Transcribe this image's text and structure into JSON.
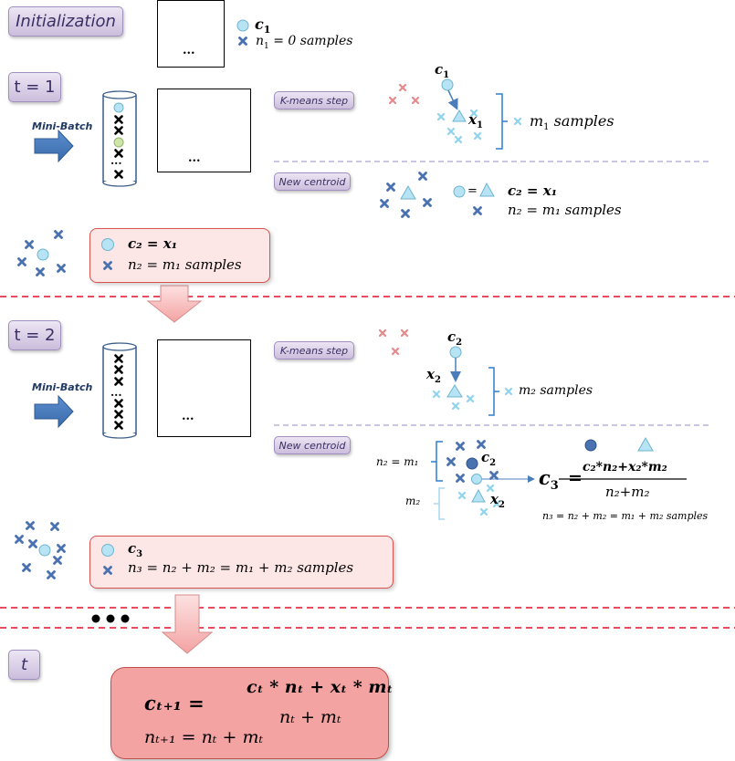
{
  "labels": {
    "initialization": "Initialization",
    "t1": "t = 1",
    "t2": "t = 2",
    "t": "t",
    "kmeans_step": "K-means step",
    "new_centroid": "New centroid",
    "mini_batch": "Mini-Batch",
    "ellipsis": "..."
  },
  "init_legend": {
    "c_sym": "c",
    "c_sub": "1",
    "n_text": "n",
    "n_sub": "1",
    "n_rest": " = 0 samples"
  },
  "t1": {
    "c1_sym": "c",
    "c1_sub": "1",
    "x1_sym": "x",
    "x1_sub": "1",
    "m1_text": "m",
    "m1_sub": "1",
    "m1_rest": " samples",
    "nc_line1": "c₂ = x₁",
    "nc_line2": "n₂ = m₁ samples",
    "box_line1": "c₂ = x₁",
    "box_line2": "n₂ = m₁ samples"
  },
  "t2": {
    "c2_sym": "c",
    "c2_sub": "2",
    "x2_sym": "x",
    "x2_sub": "2",
    "m2_label": "m₂ samples",
    "n2_eq_m1": "n₂ = m₁",
    "m2_only": "m₂",
    "c2b_sym": "c",
    "c2b_sub": "2",
    "x2b_sym": "x",
    "x2b_sub": "2",
    "c3_sym": "c",
    "c3_sub": "3",
    "eq": "=",
    "frac_num": "c₂*n₂+x₂*m₂",
    "frac_den": "n₂+m₂",
    "n3_small": "n₃ = n₂ + m₂ = m₁ + m₂ samples",
    "box_line1_sym": "c",
    "box_line1_sub": "3",
    "box_line2": "n₃ = n₂ + m₂ = m₁ + m₂ samples"
  },
  "final": {
    "lhs": "cₜ₊₁ =",
    "num": "cₜ * nₜ + xₜ * mₜ",
    "den": "nₜ + mₜ",
    "line2": "nₜ₊₁ = nₜ + mₜ"
  },
  "colors": {
    "light_blue": "#b7e4f4",
    "dark_blue": "#4a72b0",
    "green": "#cfe6a8",
    "orange": "#f4b183",
    "red_dash": "#e0102a",
    "arrow_blue": "#4a7ebb",
    "bracket_blue": "#2f7fd0"
  }
}
